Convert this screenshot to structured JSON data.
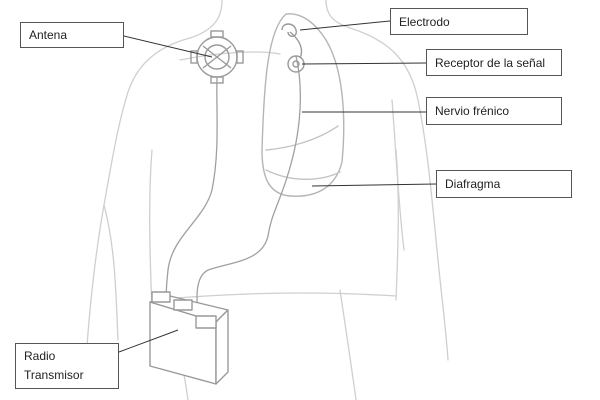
{
  "labels": {
    "antena": "Antena",
    "electrodo": "Electrodo",
    "receptor": "Receptor de la señal",
    "nervio": "Nervio frénico",
    "diafragma": "Diafragma",
    "radio_line1": "Radio",
    "radio_line2": "Transmisor"
  },
  "colors": {
    "outline": "#c8c8c8",
    "device": "#a0a0a0",
    "leader": "#333333",
    "box_border": "#555555",
    "text": "#222222"
  }
}
